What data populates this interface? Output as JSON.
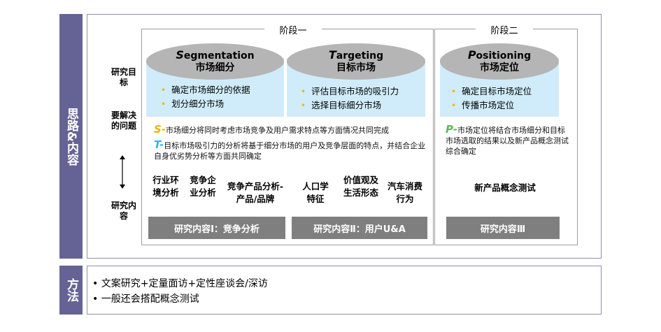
{
  "sidebar": {
    "top_label": "思路&内容",
    "bottom_label": "方法"
  },
  "stages": [
    {
      "title": "阶段一"
    },
    {
      "title": "阶段二"
    }
  ],
  "left_labels": {
    "goal": "研究目标",
    "problem": "要解决的问题",
    "content": "研究内容"
  },
  "segments": [
    {
      "initial": "S",
      "rest": "egmentation",
      "cn": "市场细分",
      "bullets": [
        "确定市场细分的依据",
        "划分细分市场"
      ]
    },
    {
      "initial": "T",
      "rest": "argeting",
      "cn": "目标市场",
      "bullets": [
        "评估目标市场的吸引力",
        "选择目标细分市场"
      ]
    },
    {
      "initial": "P",
      "rest": "ositioning",
      "cn": "市场定位",
      "bullets": [
        "确定目标市场定位",
        "传播市场定位"
      ]
    }
  ],
  "descriptions": {
    "s_letter": "S-",
    "s_text": "市场细分将同时考虑市场竞争及用户需求特点等方面情况共同完成",
    "t_letter": "T-",
    "t_text": "目标市场吸引力的分析将基于细分市场的用户及竞争层面的特点，并结合企业自身优劣势分析等方面共同确定",
    "p_letter": "P-",
    "p_text": "市场定位将结合市场细分和目标市场选取的结果以及新产品概念测试综合确定"
  },
  "items": {
    "a": "行业环境分析",
    "b": "竞争企业分析",
    "c": "竞争产品分析-产品/品牌",
    "d": "人口学特征",
    "e": "价值观及生活形态",
    "f": "汽车消费行为",
    "g": "新产品概念测试"
  },
  "contents": [
    "研究内容Ⅰ：竞争分析",
    "研究内容Ⅱ：用户U&A",
    "研究内容Ⅲ"
  ],
  "methods": [
    "文案研究+定量面访+定性座谈会/深访",
    "一般还会搭配概念测试"
  ],
  "colors": {
    "sidebar": "#656395",
    "panel": "#d0ecfa",
    "ellipse": "#b5b5b5",
    "bullet": "#f0b400",
    "s_letter": "#f0b400",
    "t_letter": "#33b5e5",
    "p_letter": "#5cb85c",
    "content_box": "#7f7f7f"
  }
}
